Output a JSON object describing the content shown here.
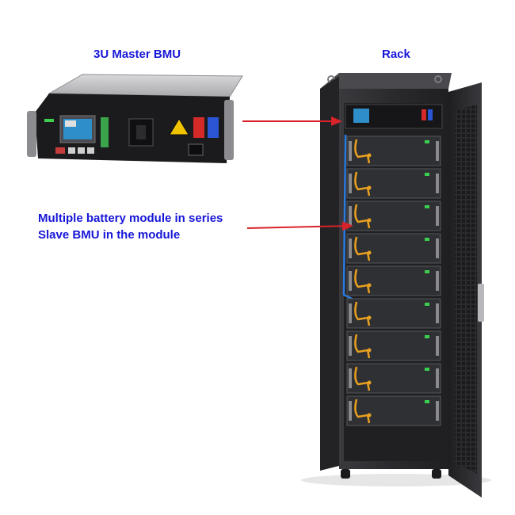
{
  "labels": {
    "master_bmu_title": "3U Master BMU",
    "rack_title": "Rack",
    "module_line1": "Multiple battery module in series",
    "module_line2": "Slave BMU in the module"
  },
  "colors": {
    "label_blue": "#1616d8",
    "arrow_red": "#d8232a",
    "cabinet_dark": "#2b2b2e",
    "module_face": "#2f3034",
    "cable_orange": "#e8a020",
    "cable_blue": "#2a7be0"
  },
  "rack": {
    "module_count": 9
  }
}
